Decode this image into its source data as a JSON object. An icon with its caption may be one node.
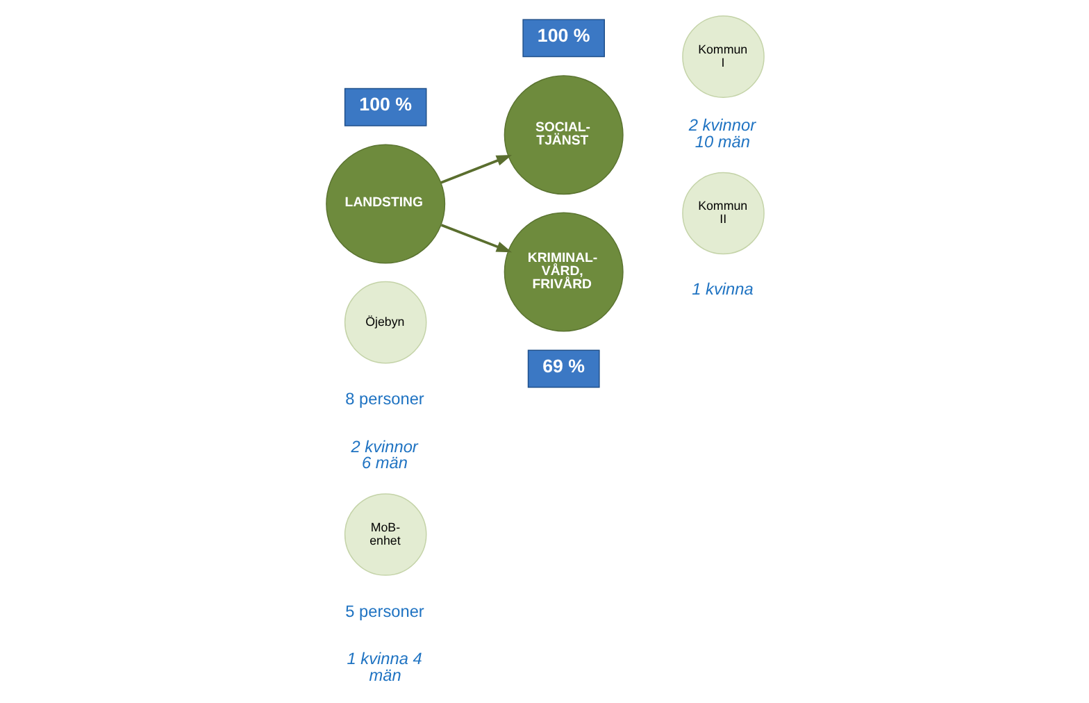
{
  "diagram": {
    "nodes": [
      {
        "text": [
          "100 %"
        ]
      },
      {
        "text": [
          "LANDSTING"
        ]
      },
      {
        "text": [
          "Öjebyn"
        ],
        "beside": [
          "8 personer",
          "2 kvinnor 6 män"
        ]
      },
      {
        "text": [
          "MoB- enhet"
        ],
        "beside": [
          "5 personer",
          "1 kvinna 4 män"
        ]
      },
      {
        "text": [
          "100 %"
        ]
      },
      {
        "text": [
          "SOCIAL- TJÄNST"
        ]
      },
      {
        "text": [
          "Kommun I"
        ],
        "beside": [
          "2 kvinnor 10 män"
        ]
      },
      {
        "text": [
          "Kommun II"
        ],
        "beside": [
          "1 kvinna"
        ]
      },
      {
        "text": [
          "KRIMINAL- VÅRD, FRIVÅRD"
        ]
      },
      {
        "text": [
          "69 %"
        ]
      }
    ],
    "edges": [
      {
        "from": 1,
        "to": 5,
        "arrow": "to"
      },
      {
        "from": 1,
        "to": 8,
        "arrow": "to"
      }
    ]
  }
}
